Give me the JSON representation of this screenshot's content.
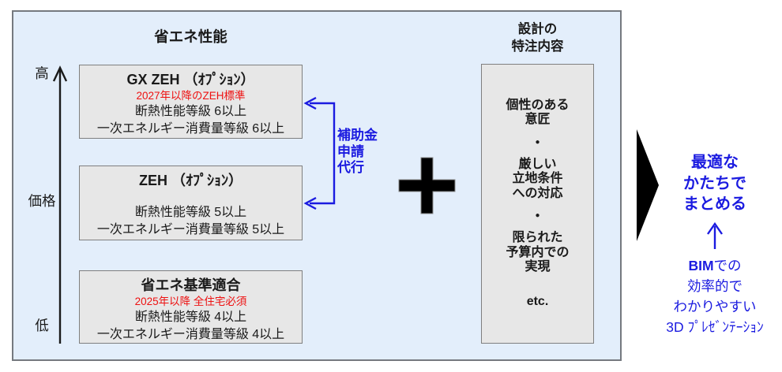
{
  "colors": {
    "canvas_bg": "#ffffff",
    "frame_bg": "#e3eefb",
    "frame_border": "#75797f",
    "box_bg": "#e7e7e7",
    "box_border": "#7f7f7f",
    "text_black": "#1a1a1a",
    "accent_red": "#ee1111",
    "accent_blue": "#1b1be0"
  },
  "icons": {
    "axis-up-arrow-icon": "↑",
    "subsidy-bracket-arrow-icon": "←",
    "plus-icon": "+",
    "big-right-arrow-icon": "▶",
    "blue-up-arrow-icon": "↑"
  },
  "left_section": {
    "title": "省エネ性能",
    "axis": {
      "top_label": "高",
      "middle_label": "価格",
      "bottom_label": "低"
    },
    "boxes": [
      {
        "heading": "GX ZEH （ｵﾌﾟｼｮﾝ）",
        "note": "2027年以降のZEH標準",
        "line1": "断熱性能等級 6以上",
        "line2": "一次エネルギー消費量等級 6以上"
      },
      {
        "heading": "ZEH （ｵﾌﾟｼｮﾝ）",
        "note": "",
        "line1": "断熱性能等級 5以上",
        "line2": "一次エネルギー消費量等級 5以上"
      },
      {
        "heading": "省エネ基準適合",
        "note": "2025年以降 全住宅必須",
        "line1": "断熱性能等級 4以上",
        "line2": "一次エネルギー消費量等級 4以上"
      }
    ],
    "subsidy_note": "補助金\n申請\n代行"
  },
  "right_section": {
    "title": "設計の\n特注内容",
    "items": [
      "個性のある\n意匠",
      "●",
      "厳しい\n立地条件\nへの対応",
      "●",
      "限られた\n予算内での\n実現",
      "etc."
    ]
  },
  "result_section": {
    "headline": "最適な\nかたちで\nまとめる",
    "bim_bold": "BIM",
    "bim_rest": "での",
    "bim_line2": "効率的で",
    "bim_line3": "わかりやすい",
    "bim_line4": "3D ﾌﾟﾚｾﾞﾝﾃｰｼｮﾝ"
  }
}
